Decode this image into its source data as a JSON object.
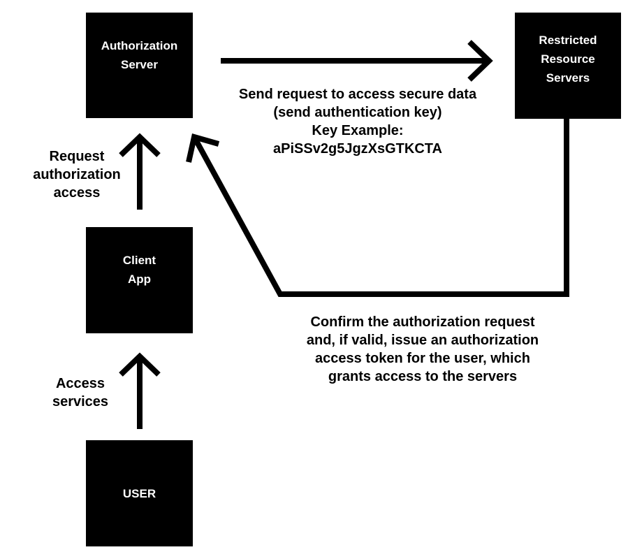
{
  "nodes": {
    "authorization_server": "Authorization\nServer",
    "restricted_resource_servers": "Restricted\nResource\nServers",
    "client_app": "Client\nApp",
    "user": "USER"
  },
  "edges": {
    "request_authorization_access": "Request\nauthorization\naccess",
    "access_services": "Access\nservices",
    "send_request": "Send request to access secure data\n(send authentication key)\nKey Example:\naPiSSv2g5JgzXsGTKCTA",
    "confirm_authorization": "Confirm the authorization request\nand, if valid, issue an authorization\naccess token for the user, which\ngrants access to the servers"
  },
  "colors": {
    "box": "#000000",
    "box_text": "#ffffff",
    "arrow": "#000000",
    "background": "#ffffff"
  }
}
